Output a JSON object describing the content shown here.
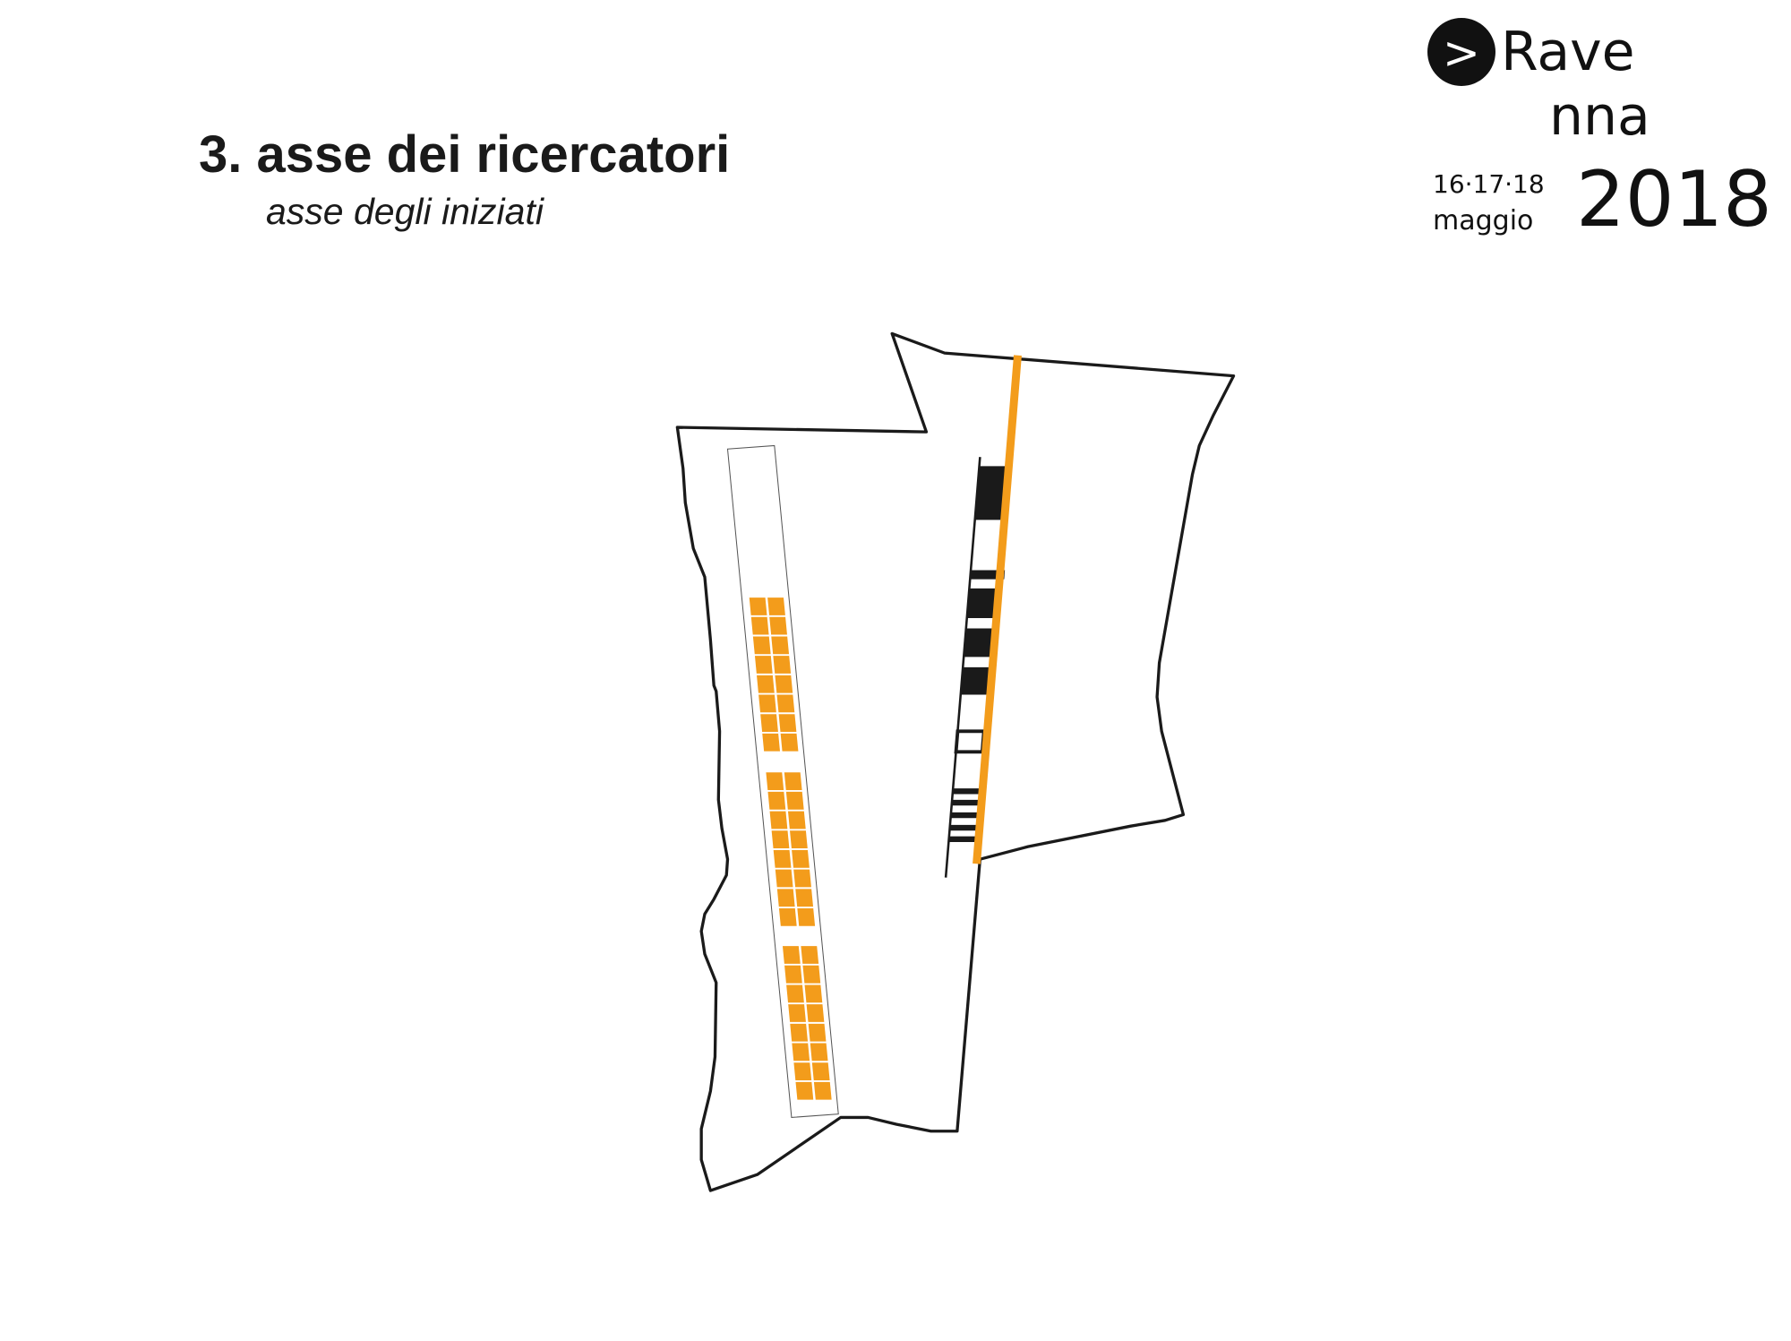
{
  "header": {
    "title": "3. asse dei ricercatori",
    "subtitle": "asse degli iniziati"
  },
  "logo": {
    "line1": "Rave",
    "line2": "nna",
    "dates": "16·17·18",
    "month": "maggio",
    "year": "2018",
    "arrow": ">"
  },
  "colors": {
    "accent": "#F39C1B",
    "ink": "#1a1a1a"
  }
}
